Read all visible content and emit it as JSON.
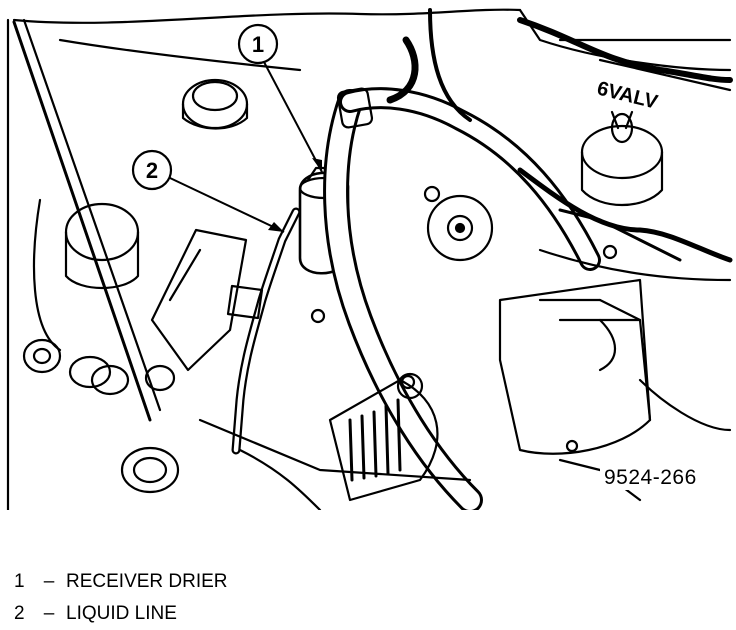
{
  "figure_id": "9524-266",
  "callouts": [
    {
      "number": "1",
      "text": "RECEIVER DRIER"
    },
    {
      "number": "2",
      "text": "LIQUID LINE"
    }
  ],
  "legend_separator": "–",
  "colors": {
    "ink": "#000000",
    "paper": "#ffffff"
  }
}
